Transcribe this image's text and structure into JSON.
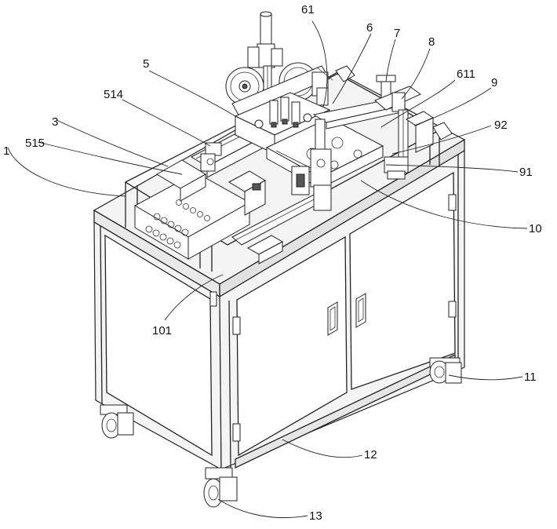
{
  "labels": [
    {
      "id": "l61",
      "text": "61"
    },
    {
      "id": "l6",
      "text": "6"
    },
    {
      "id": "l7",
      "text": "7"
    },
    {
      "id": "l8",
      "text": "8"
    },
    {
      "id": "l5",
      "text": "5"
    },
    {
      "id": "l611",
      "text": "611"
    },
    {
      "id": "l514",
      "text": "514"
    },
    {
      "id": "l9",
      "text": "9"
    },
    {
      "id": "l3",
      "text": "3"
    },
    {
      "id": "l92",
      "text": "92"
    },
    {
      "id": "l515",
      "text": "515"
    },
    {
      "id": "l1",
      "text": "1"
    },
    {
      "id": "l91",
      "text": "91"
    },
    {
      "id": "l10",
      "text": "10"
    },
    {
      "id": "l101",
      "text": "101"
    },
    {
      "id": "l11",
      "text": "11"
    },
    {
      "id": "l12",
      "text": "12"
    },
    {
      "id": "l13",
      "text": "13"
    }
  ]
}
